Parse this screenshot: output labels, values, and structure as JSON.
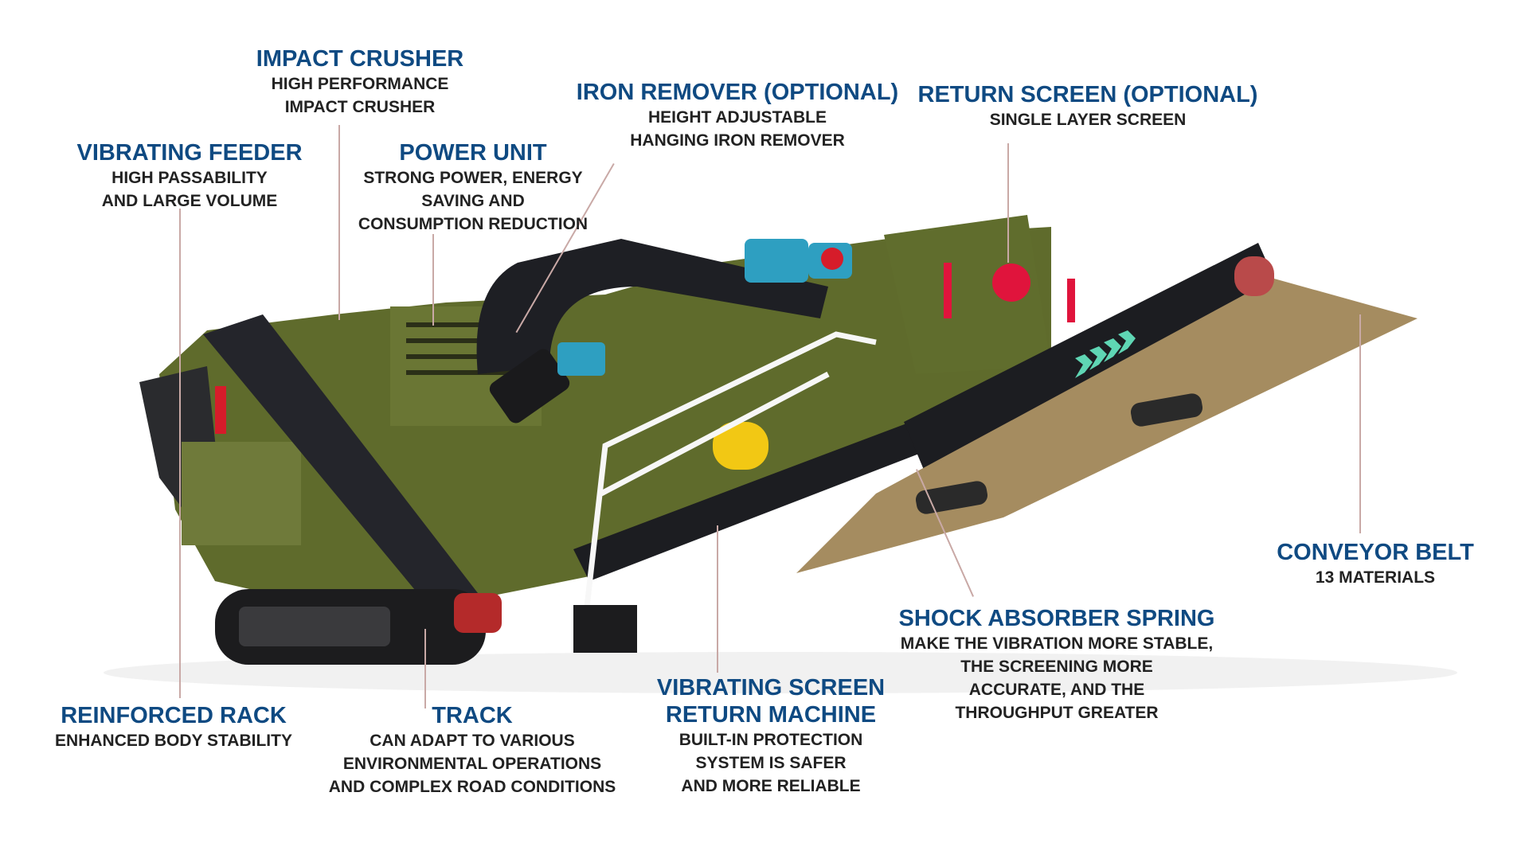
{
  "diagram": {
    "subject": "Mobile tracked impact crushing and screening plant",
    "colors": {
      "title": "#0f4a82",
      "description": "#222222",
      "leader_line": "#c9a9a6",
      "machine_green": "#5f6b2c",
      "machine_black": "#1e1f24",
      "motor_blue": "#2e9fc1",
      "vibrator_yellow": "#f2c814",
      "ribbon_red": "#e0143c",
      "belt_tan": "#a58c60",
      "chevron": "#5fd6b4"
    },
    "callouts": [
      {
        "id": "impact-crusher",
        "title": "IMPACT CRUSHER",
        "lines": [
          "HIGH PERFORMANCE",
          "IMPACT CRUSHER"
        ]
      },
      {
        "id": "vibrating-feeder",
        "title": "VIBRATING FEEDER",
        "lines": [
          "HIGH PASSABILITY",
          "AND LARGE VOLUME"
        ]
      },
      {
        "id": "power-unit",
        "title": "POWER UNIT",
        "lines": [
          "STRONG POWER, ENERGY",
          "SAVING AND",
          "CONSUMPTION REDUCTION"
        ]
      },
      {
        "id": "iron-remover",
        "title": "IRON REMOVER (OPTIONAL)",
        "lines": [
          "HEIGHT ADJUSTABLE",
          "HANGING IRON REMOVER"
        ]
      },
      {
        "id": "return-screen",
        "title": "RETURN SCREEN (OPTIONAL)",
        "lines": [
          "SINGLE LAYER SCREEN"
        ]
      },
      {
        "id": "conveyor-belt",
        "title": "CONVEYOR BELT",
        "lines": [
          "13 MATERIALS"
        ]
      },
      {
        "id": "shock-absorber-spring",
        "title": "SHOCK ABSORBER SPRING",
        "lines": [
          "MAKE THE VIBRATION MORE STABLE,",
          "THE SCREENING MORE",
          "ACCURATE, AND THE",
          "THROUGHPUT GREATER"
        ]
      },
      {
        "id": "vibrating-screen-return-machine",
        "title": "VIBRATING SCREEN",
        "title2": "RETURN MACHINE",
        "lines": [
          "BUILT-IN PROTECTION",
          "SYSTEM IS SAFER",
          "AND MORE RELIABLE"
        ]
      },
      {
        "id": "track",
        "title": "TRACK",
        "lines": [
          "CAN ADAPT TO VARIOUS",
          "ENVIRONMENTAL OPERATIONS",
          "AND COMPLEX ROAD CONDITIONS"
        ]
      },
      {
        "id": "reinforced-rack",
        "title": "REINFORCED RACK",
        "lines": [
          "ENHANCED BODY STABILITY"
        ]
      }
    ]
  }
}
